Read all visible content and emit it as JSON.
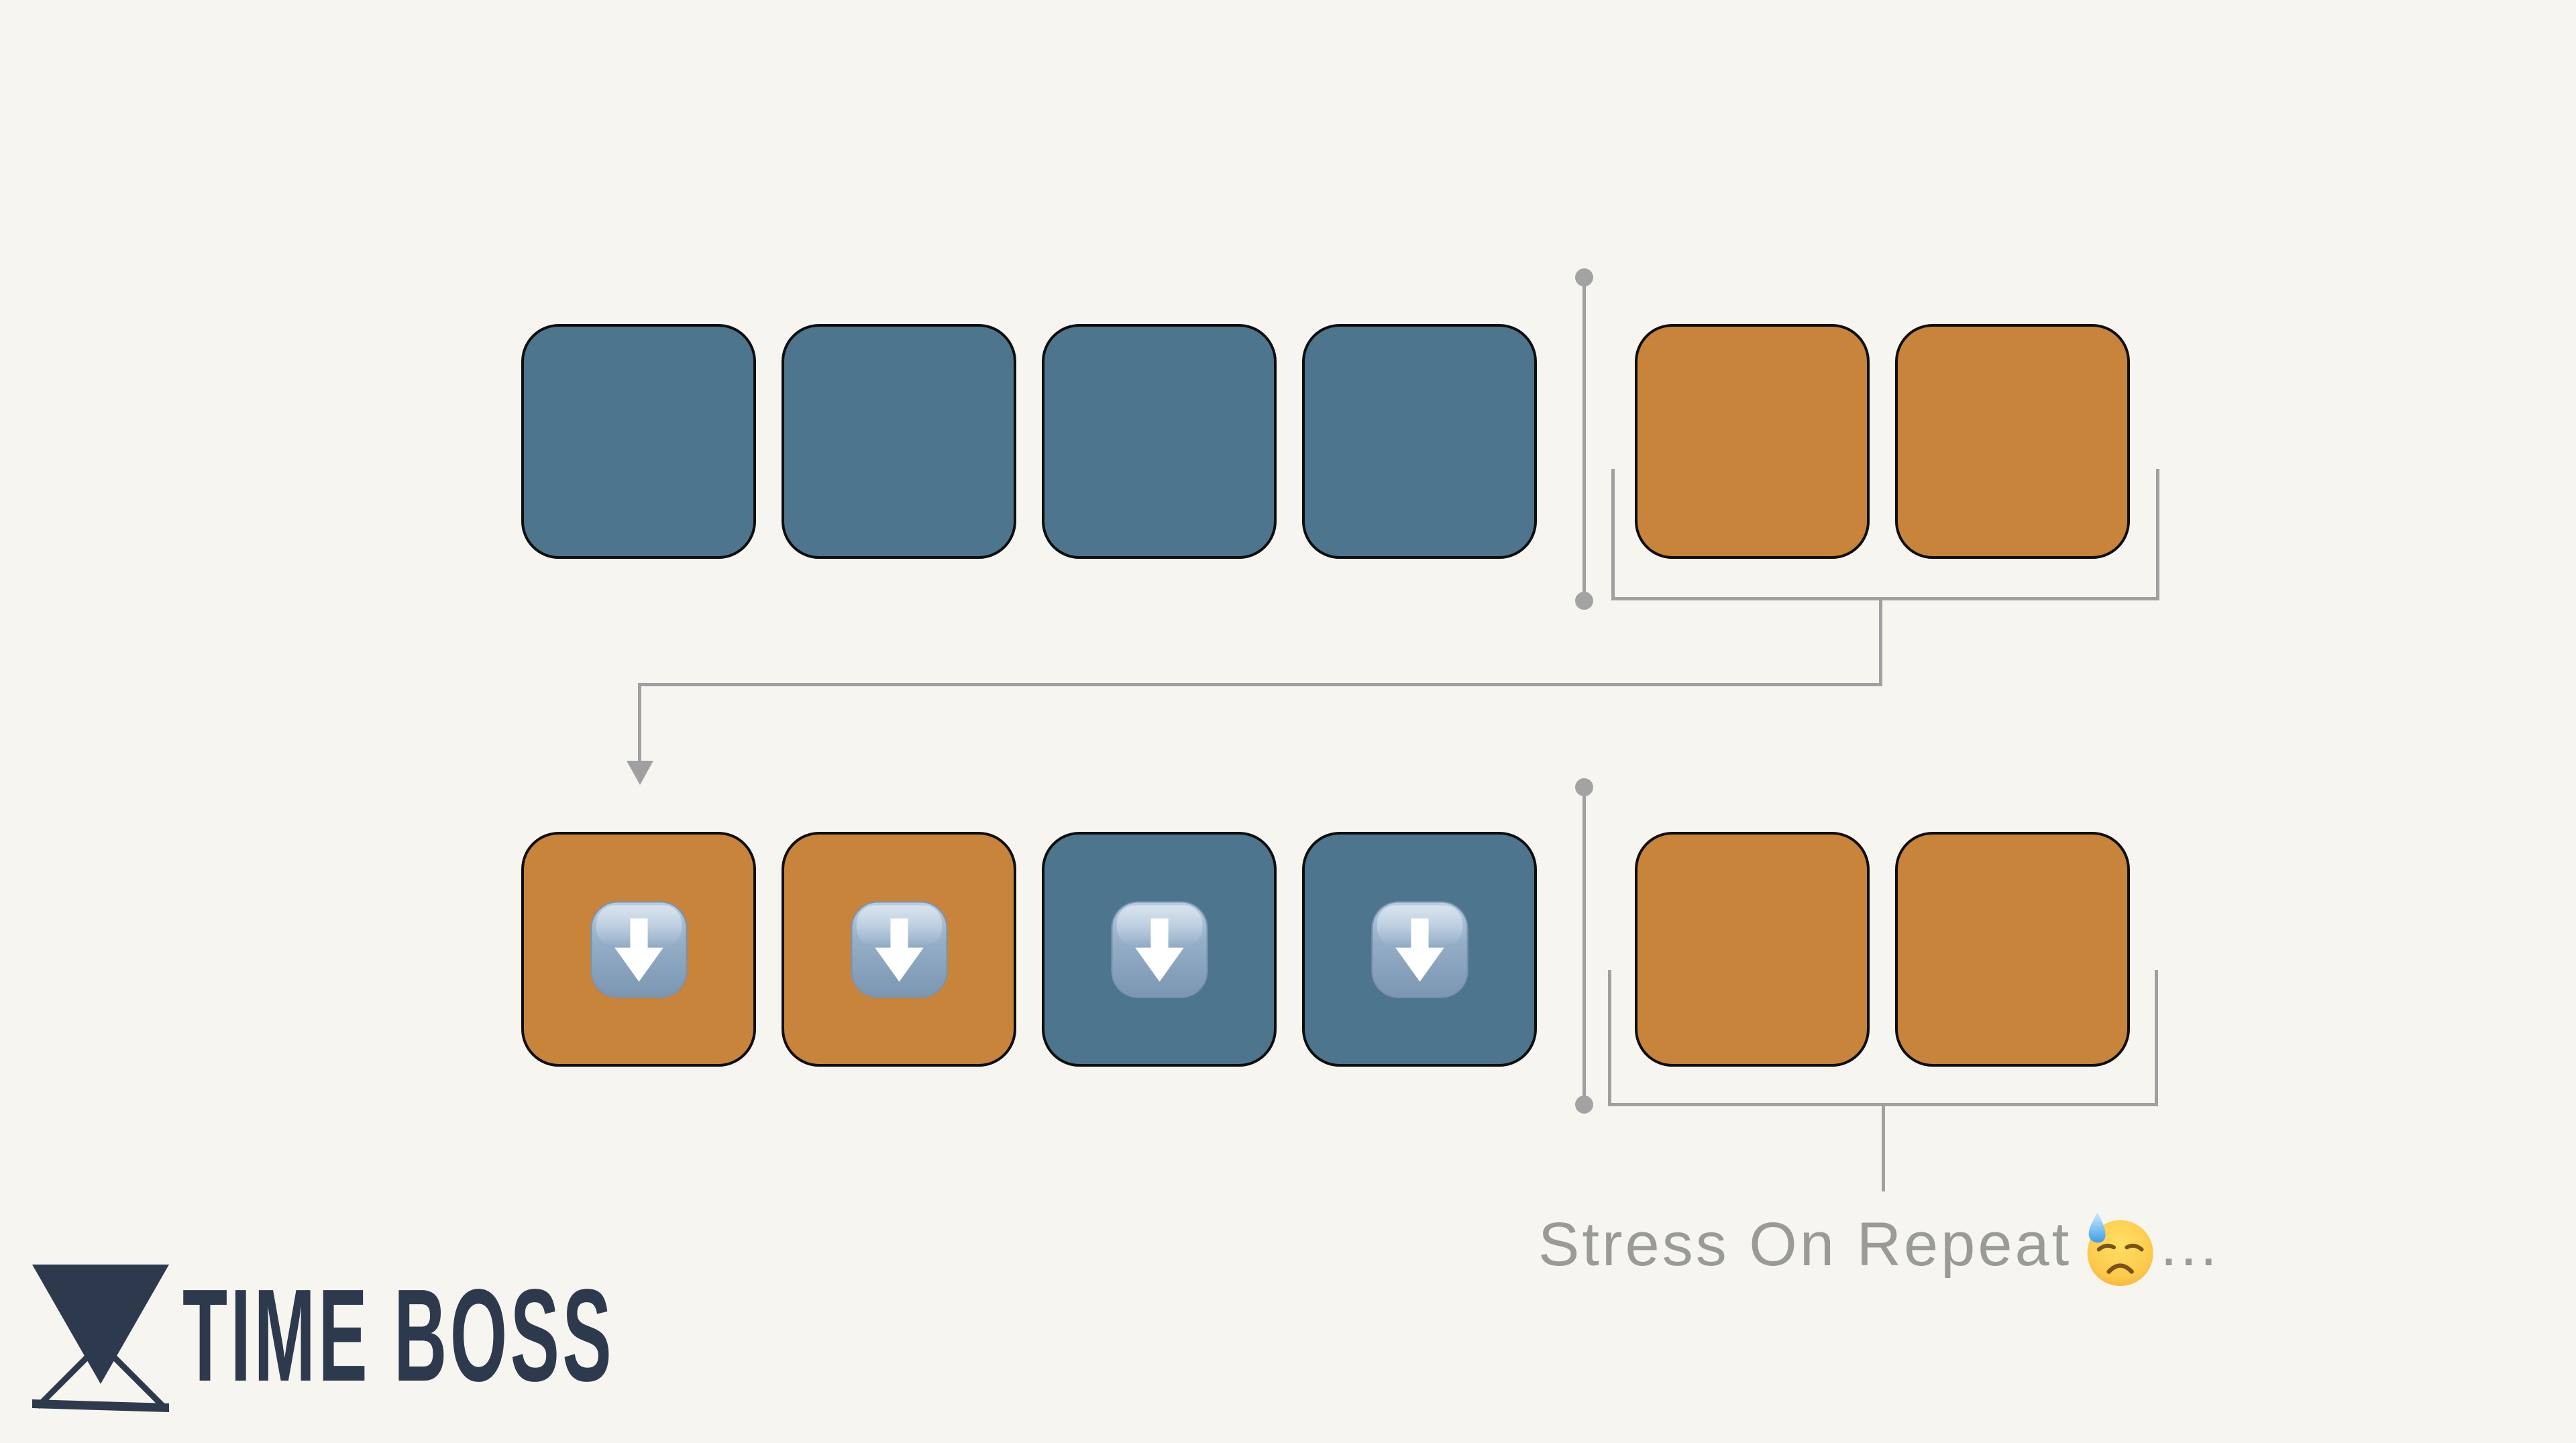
{
  "page": {
    "background": "#f7f5f0"
  },
  "colors": {
    "page-bg": "#f7f5f0",
    "blue": "#4d758d",
    "orange": "#c8843b",
    "block-border": "#0e0e0e",
    "line": "#a0a0a0",
    "dot": "#a3a3a3",
    "caption": "#9a9a97",
    "navy": "#2d3a4e"
  },
  "diagram": {
    "rows": [
      {
        "id": "top",
        "left_blocks": [
          "blue",
          "blue",
          "blue",
          "blue"
        ],
        "right_blocks": [
          "orange",
          "orange"
        ],
        "badges": false
      },
      {
        "id": "bottom",
        "left_blocks": [
          "orange",
          "orange",
          "blue",
          "blue"
        ],
        "right_blocks": [
          "orange",
          "orange"
        ],
        "badges": true
      }
    ],
    "badge_icon": "down-arrow-emoji",
    "connector_icons": [
      "divider-dots",
      "bracket",
      "arrow-down"
    ]
  },
  "caption": {
    "text": "Stress On Repeat",
    "emoji": "downcast-face-with-sweat-emoji",
    "ellipsis": "..."
  },
  "logo": {
    "text": "TIME BOSS",
    "icon": "hourglass-icon"
  }
}
